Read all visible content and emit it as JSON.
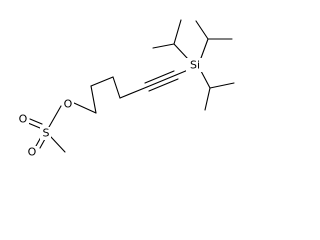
{
  "molecule": {
    "atoms": {
      "silicon": "Si",
      "ester_oxygen": "O",
      "sulfur": "S",
      "sulfonyl_oxygen_upper": "O",
      "sulfonyl_oxygen_lower": "O"
    },
    "colors": {
      "bond": "#000000",
      "label": "#000000",
      "background": "#ffffff"
    }
  }
}
